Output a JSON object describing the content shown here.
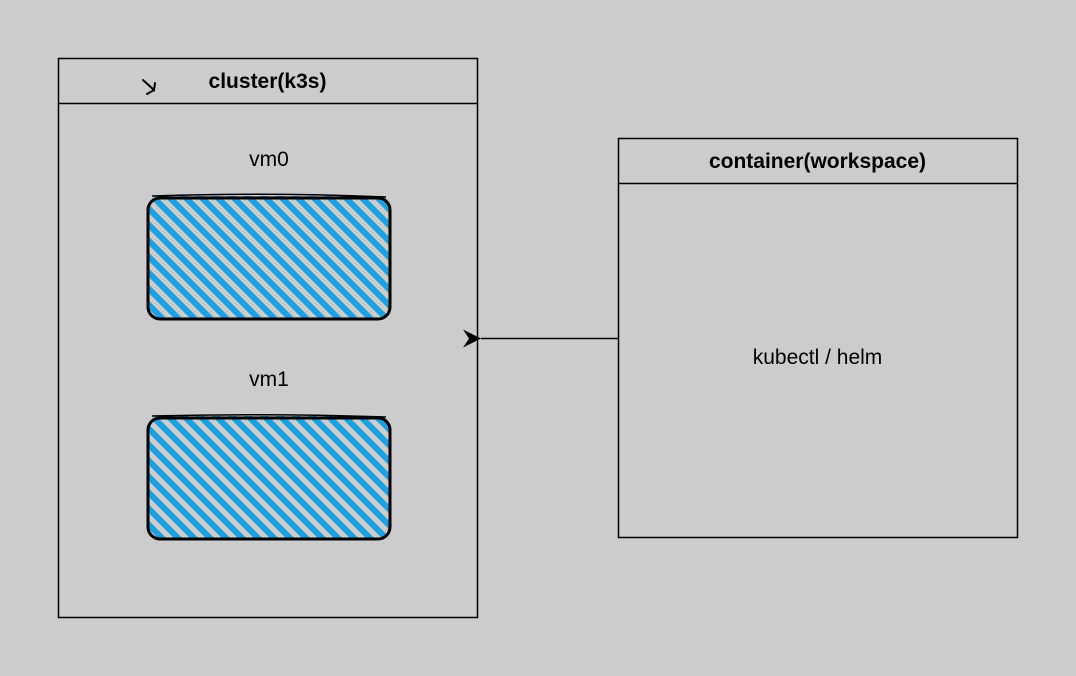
{
  "diagram": {
    "cluster": {
      "title": "cluster(k3s)",
      "vms": [
        {
          "label": "vm0"
        },
        {
          "label": "vm1"
        }
      ]
    },
    "container": {
      "title": "container(workspace)",
      "body": "kubectl / helm"
    }
  },
  "colors": {
    "background": "#cccccc",
    "stroke": "#000000",
    "hatch": "#1ba1e2"
  }
}
